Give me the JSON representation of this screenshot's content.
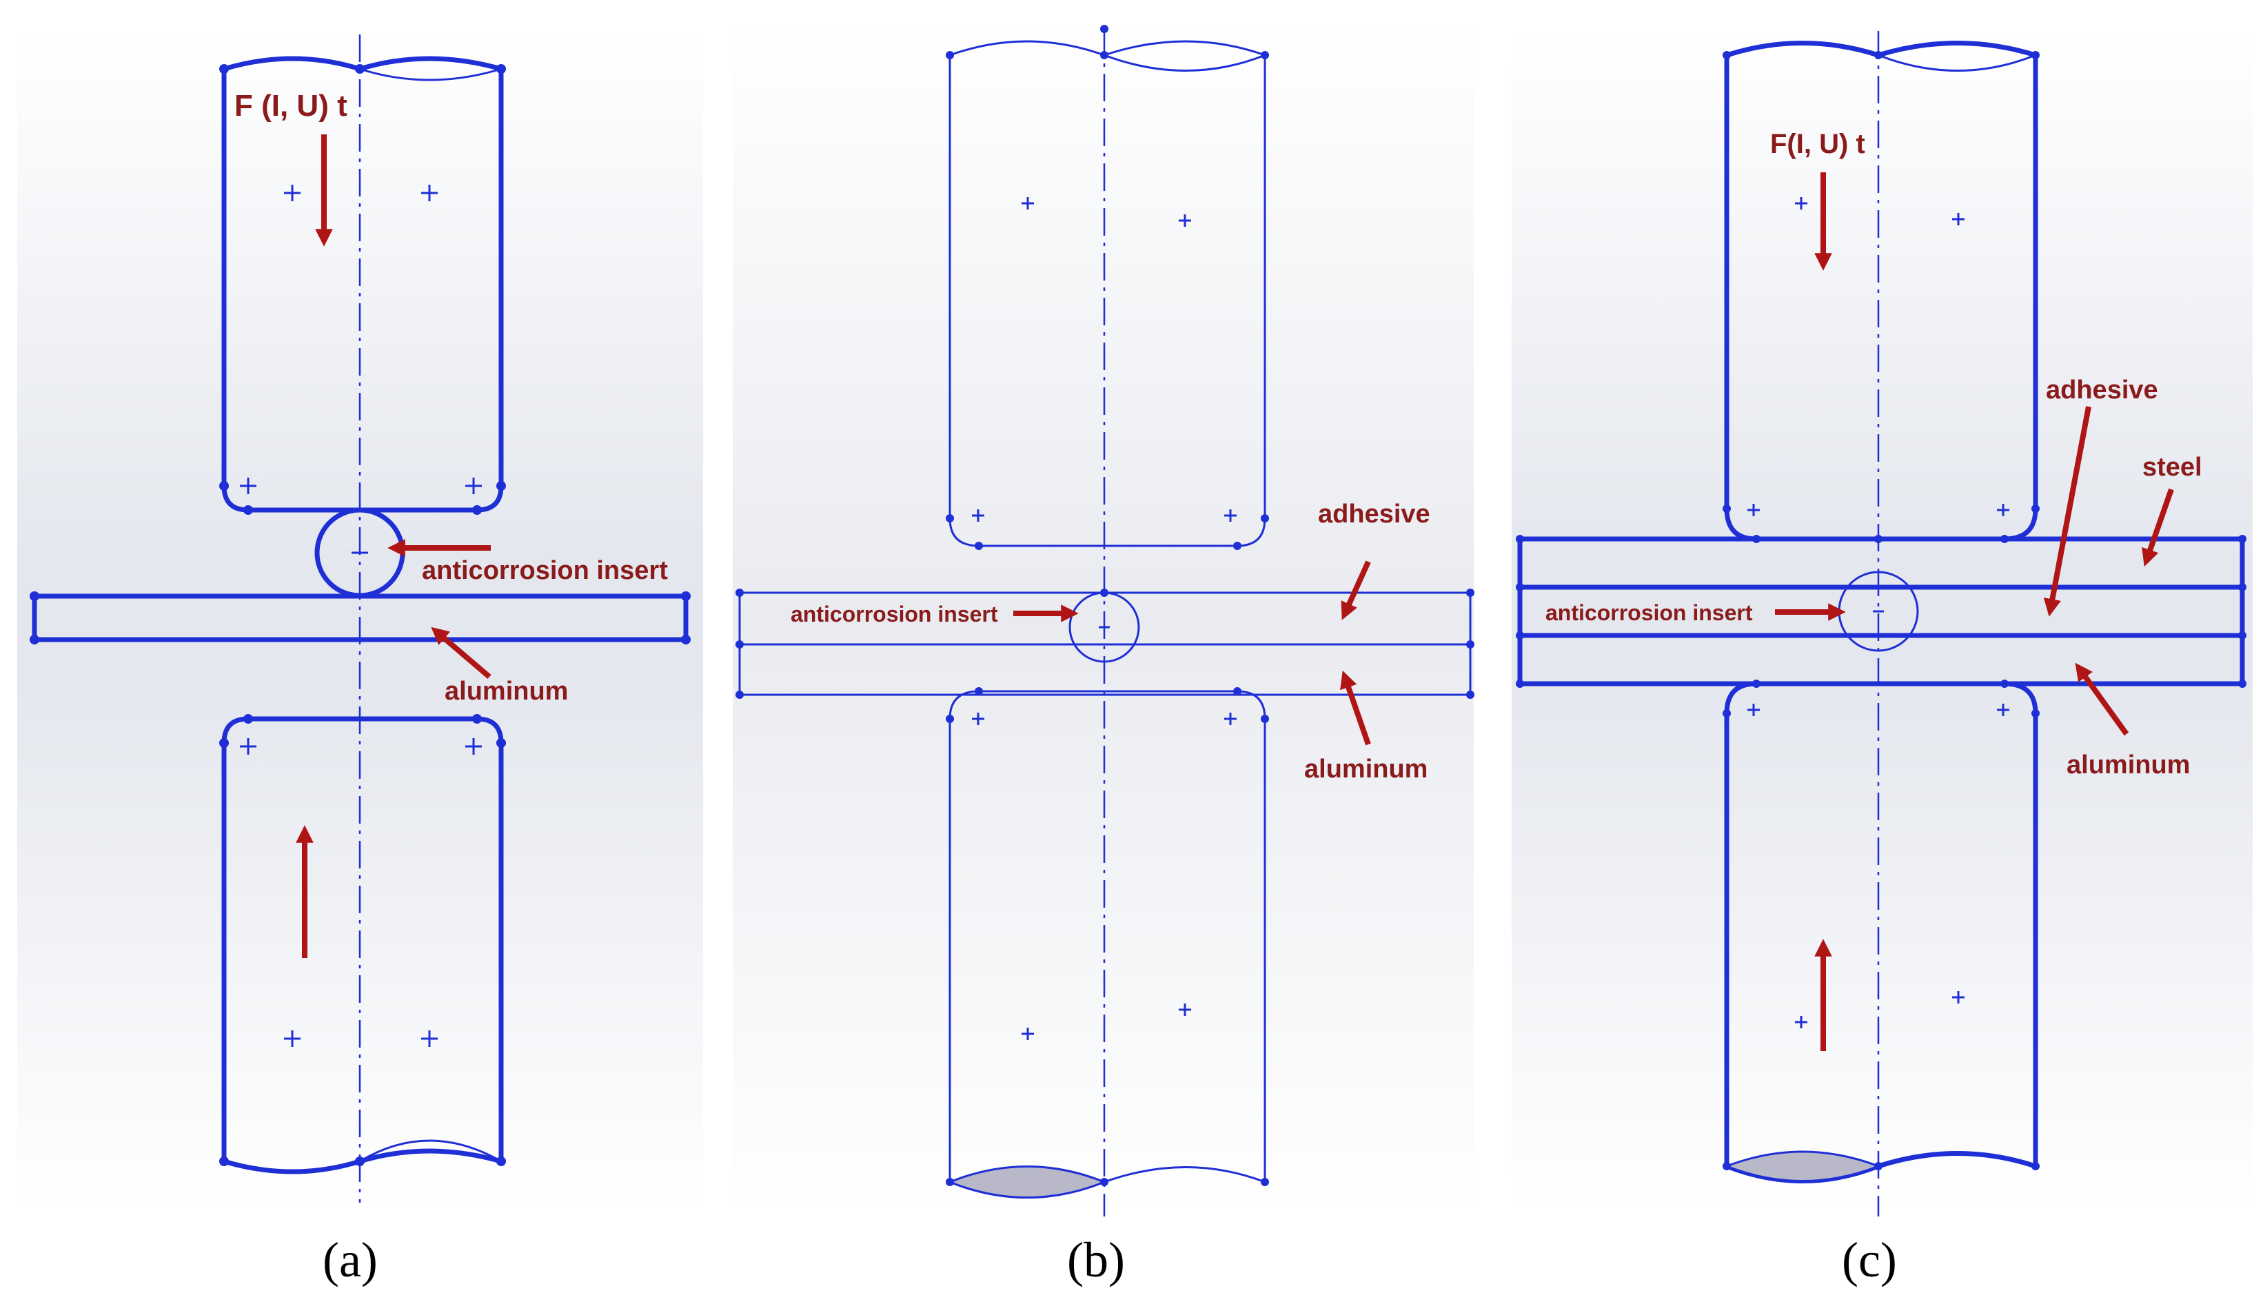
{
  "colors": {
    "outline": "#1f2fd6",
    "label": "#8b1a1a",
    "arrow": "#b01515",
    "hatch": "#b8b8c8"
  },
  "panel_a": {
    "caption": "(a)",
    "force_label": "F (I, U) t",
    "insert_label": "anticorrosion insert",
    "sheet_label": "aluminum"
  },
  "panel_b": {
    "caption": "(b)",
    "insert_label": "anticorrosion insert",
    "adhesive_label": "adhesive",
    "sheet_label": "aluminum"
  },
  "panel_c": {
    "caption": "(c)",
    "force_label": "F(I, U) t",
    "insert_label": "anticorrosion insert",
    "adhesive_label": "adhesive",
    "steel_label": "steel",
    "sheet_label": "aluminum"
  }
}
